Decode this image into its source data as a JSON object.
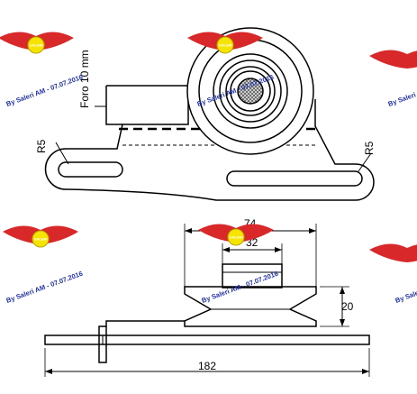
{
  "drawing": {
    "bore_label": "Foro 10 mm",
    "radius_left": "R5",
    "radius_right": "R5",
    "dim_pulley_outer": "74",
    "dim_pulley_inner": "32",
    "dim_height": "20",
    "dim_base_length": "182"
  },
  "watermark": {
    "text": "By Saleri AM - 07.07.2016",
    "logo_text": "SALERI",
    "colors": {
      "wing": "#d8282a",
      "badge": "#f4e400",
      "text": "#2233aa"
    }
  }
}
